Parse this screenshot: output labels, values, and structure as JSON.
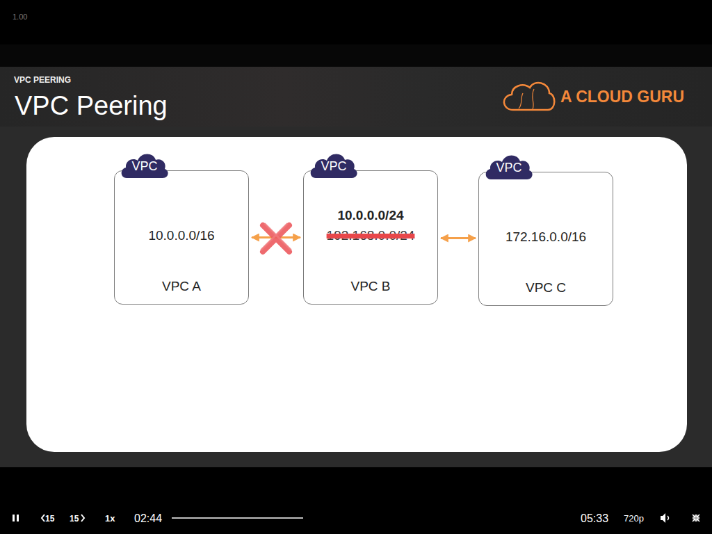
{
  "diagram": {
    "title": "VPC Peering",
    "nodes": [
      {
        "text": [
          "VPC",
          "10.0.0.0/16",
          "VPC A"
        ]
      },
      {
        "text": [
          "VPC",
          "10.0.0.0/24",
          "192.168.0.0/24",
          "VPC B"
        ]
      },
      {
        "text": [
          "VPC",
          "172.16.0.0/16",
          "VPC C"
        ]
      }
    ],
    "edges": [
      {
        "from": 0,
        "to": 1,
        "arrow": "both"
      },
      {
        "from": 1,
        "to": 2,
        "arrow": "both"
      }
    ],
    "labels": [
      "1.00",
      "VPC PEERING",
      "A CLOUD GURU",
      "15",
      "15",
      "1x",
      "02:44",
      "05:33",
      "720p"
    ]
  }
}
